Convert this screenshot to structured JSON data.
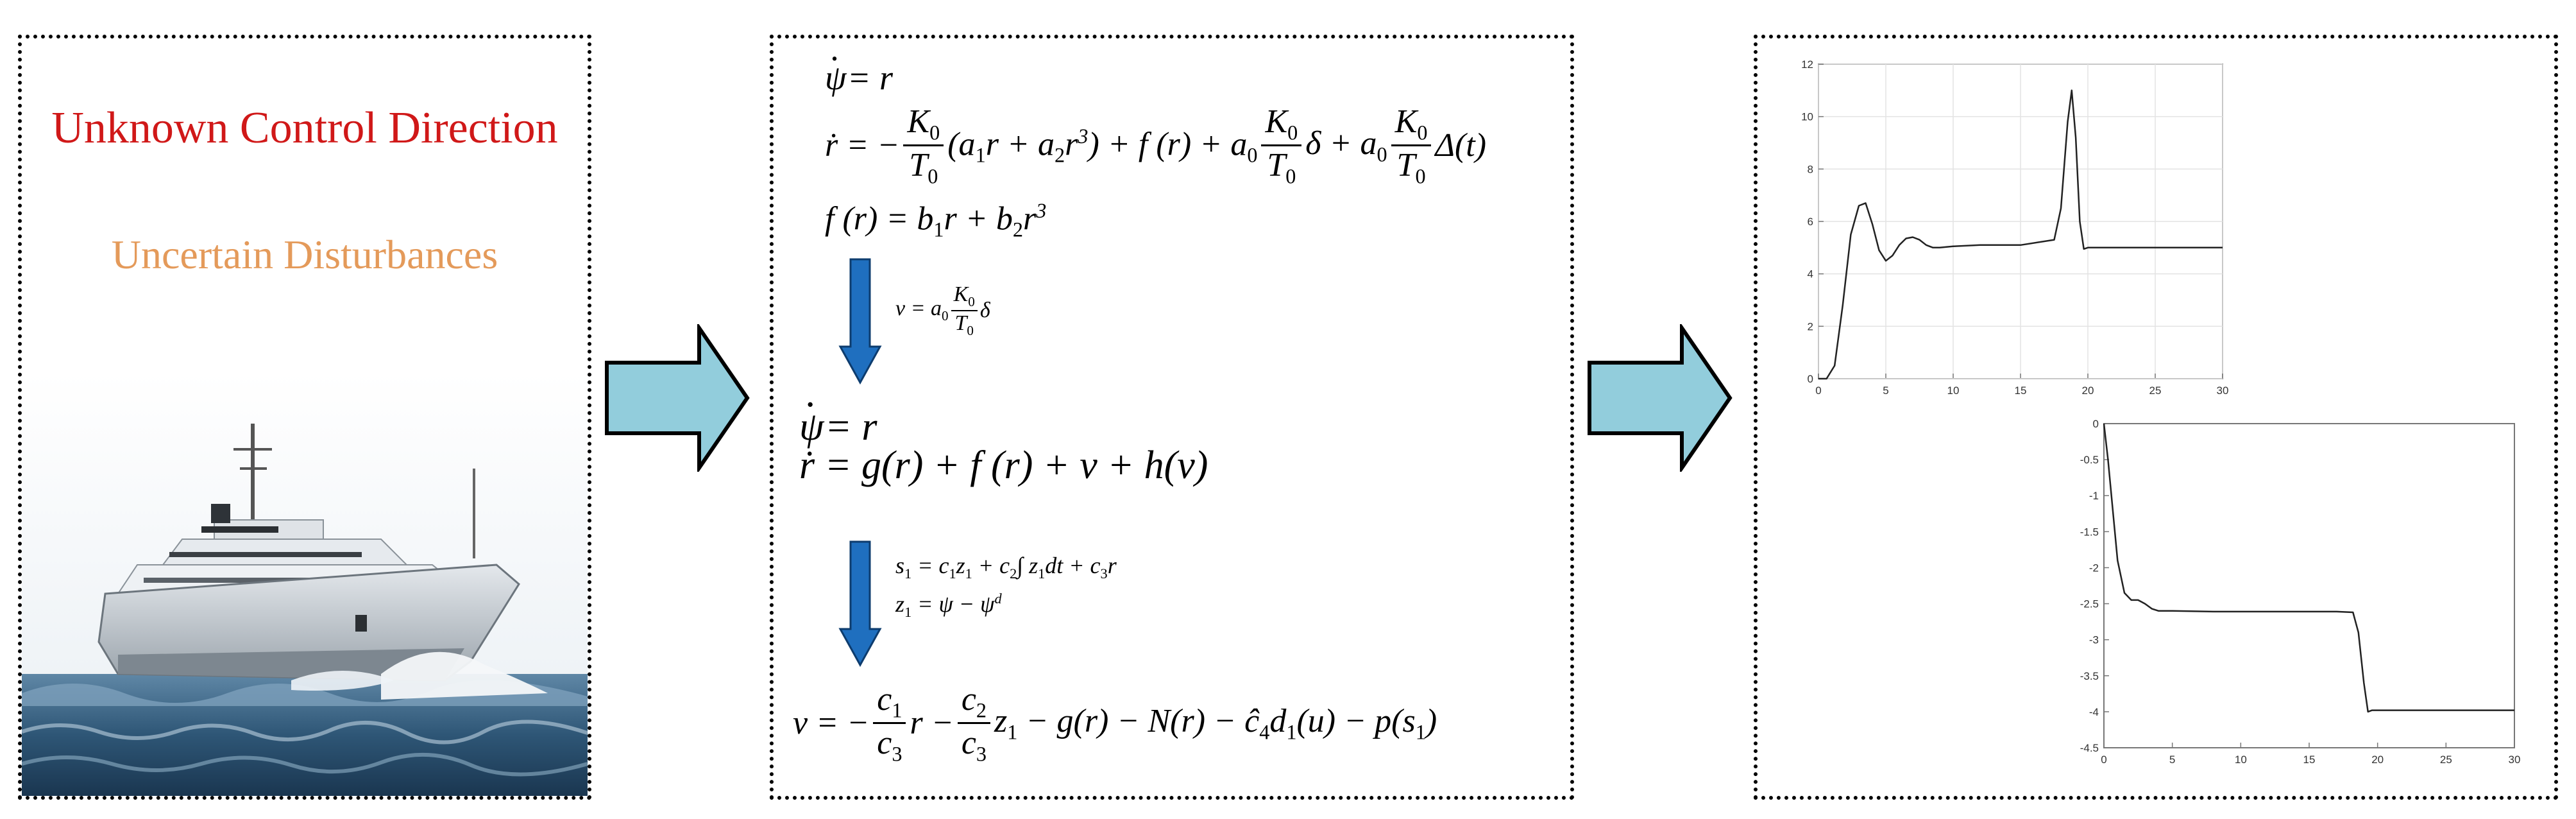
{
  "left_panel": {
    "caption_1": "Unknown Control Direction",
    "caption_2": "Uncertain Disturbances",
    "image": "ship-photo"
  },
  "middle_panel": {
    "model_eq_1": "ψ̇ = r",
    "model_eq_2": "ṙ = −(K₀/T₀)(a₁r + a₂r³) + f(r) + a₀(K₀/T₀)δ + a₀(K₀/T₀)Δ(t)",
    "model_eq_3": "f(r) = b₁r + b₂r³",
    "substitution": "v = a₀ (K₀/T₀) δ",
    "transformed_eq_1": "ψ̇ = r",
    "transformed_eq_2": "ṙ = g(r) + f(r) + v + h(v)",
    "sliding_surface": "s₁ = c₁z₁ + c₂∫z₁dt + c₃r",
    "tracking_error": "z₁ = ψ − ψᵈ",
    "control_law": "v = −(c₁/c₃)r − (c₂/c₃)z₁ − g(r) − N(r) − ĉ₄d₁(u) − p(s₁)"
  },
  "colors": {
    "caption_1": "#d01818",
    "caption_2": "#e49a5a",
    "big_arrow_fill": "#92cddc",
    "down_arrow_fill": "#1f6fbf"
  },
  "chart_data": [
    {
      "type": "line",
      "title": "",
      "xlabel": "",
      "ylabel": "",
      "xlim": [
        0,
        30
      ],
      "ylim": [
        0,
        12
      ],
      "x_ticks": [
        "0",
        "5",
        "10",
        "15",
        "20",
        "25",
        "30"
      ],
      "y_ticks": [
        "0",
        "2",
        "4",
        "6",
        "8",
        "10",
        "12"
      ],
      "grid": true,
      "x": [
        0,
        0.6,
        1.2,
        1.8,
        2.4,
        3.0,
        3.5,
        4.0,
        4.5,
        5.0,
        5.5,
        6.0,
        6.5,
        7.0,
        7.5,
        8.0,
        8.5,
        9.0,
        10,
        12,
        15,
        17.5,
        18.0,
        18.5,
        18.8,
        19.1,
        19.4,
        19.7,
        20,
        22,
        25,
        30
      ],
      "y": [
        0,
        0,
        0.5,
        2.8,
        5.5,
        6.6,
        6.7,
        5.9,
        4.9,
        4.5,
        4.7,
        5.1,
        5.35,
        5.4,
        5.3,
        5.1,
        5.0,
        5.0,
        5.05,
        5.1,
        5.1,
        5.3,
        6.5,
        9.8,
        11.0,
        9.2,
        6.0,
        4.95,
        5.0,
        5.0,
        5.0,
        5.0
      ]
    },
    {
      "type": "line",
      "title": "",
      "xlabel": "",
      "ylabel": "",
      "xlim": [
        0,
        30
      ],
      "ylim": [
        -4.5,
        0
      ],
      "x_ticks": [
        "0",
        "5",
        "10",
        "15",
        "20",
        "25",
        "30"
      ],
      "y_ticks": [
        "0",
        "-0.5",
        "-1",
        "-1.5",
        "-2",
        "-2.5",
        "-3",
        "-3.5",
        "-4",
        "-4.5"
      ],
      "grid": false,
      "x": [
        0,
        0.3,
        0.7,
        1.0,
        1.5,
        2.0,
        2.5,
        3.0,
        3.5,
        4.0,
        5.0,
        8,
        12,
        17,
        18.2,
        18.6,
        19.0,
        19.3,
        19.6,
        20,
        22,
        25,
        30
      ],
      "y": [
        0,
        -0.5,
        -1.3,
        -1.9,
        -2.35,
        -2.45,
        -2.45,
        -2.5,
        -2.57,
        -2.6,
        -2.6,
        -2.61,
        -2.61,
        -2.61,
        -2.62,
        -2.9,
        -3.6,
        -4.0,
        -3.98,
        -3.98,
        -3.98,
        -3.98,
        -3.98
      ]
    }
  ]
}
